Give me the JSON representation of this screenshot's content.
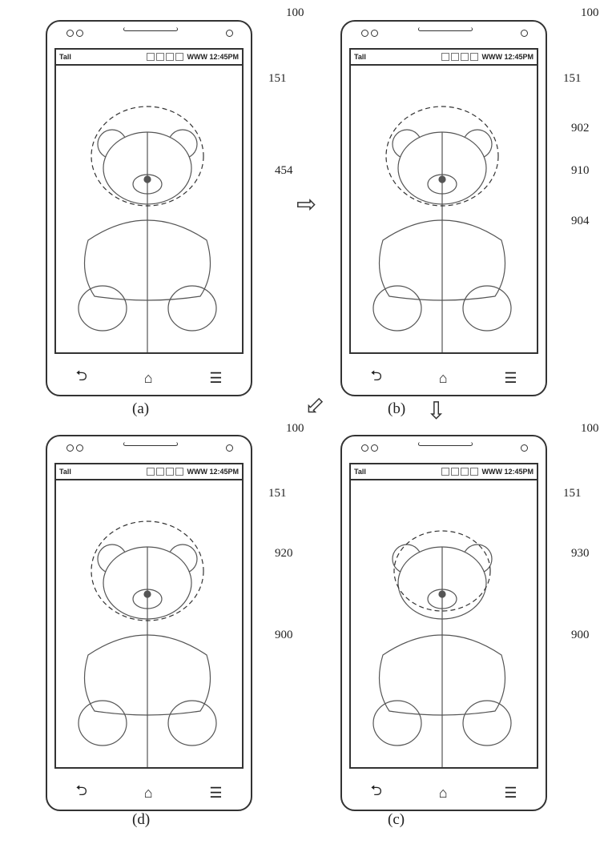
{
  "status": {
    "signal": "Tall",
    "time": "12:45PM",
    "carrier": "WWW"
  },
  "nav": {
    "back": "back-icon",
    "home": "home-icon",
    "menu": "menu-icon"
  },
  "panels": {
    "a": {
      "label": "(a)",
      "device": "100",
      "display": "151",
      "refs": [
        "454"
      ]
    },
    "b": {
      "label": "(b)",
      "device": "100",
      "display": "151",
      "refs": [
        "902",
        "910",
        "904"
      ]
    },
    "d": {
      "label": "(d)",
      "device": "100",
      "display": "151",
      "refs": [
        "920",
        "900"
      ]
    },
    "c": {
      "label": "(c)",
      "device": "100",
      "display": "151",
      "refs": [
        "930",
        "900"
      ]
    }
  }
}
